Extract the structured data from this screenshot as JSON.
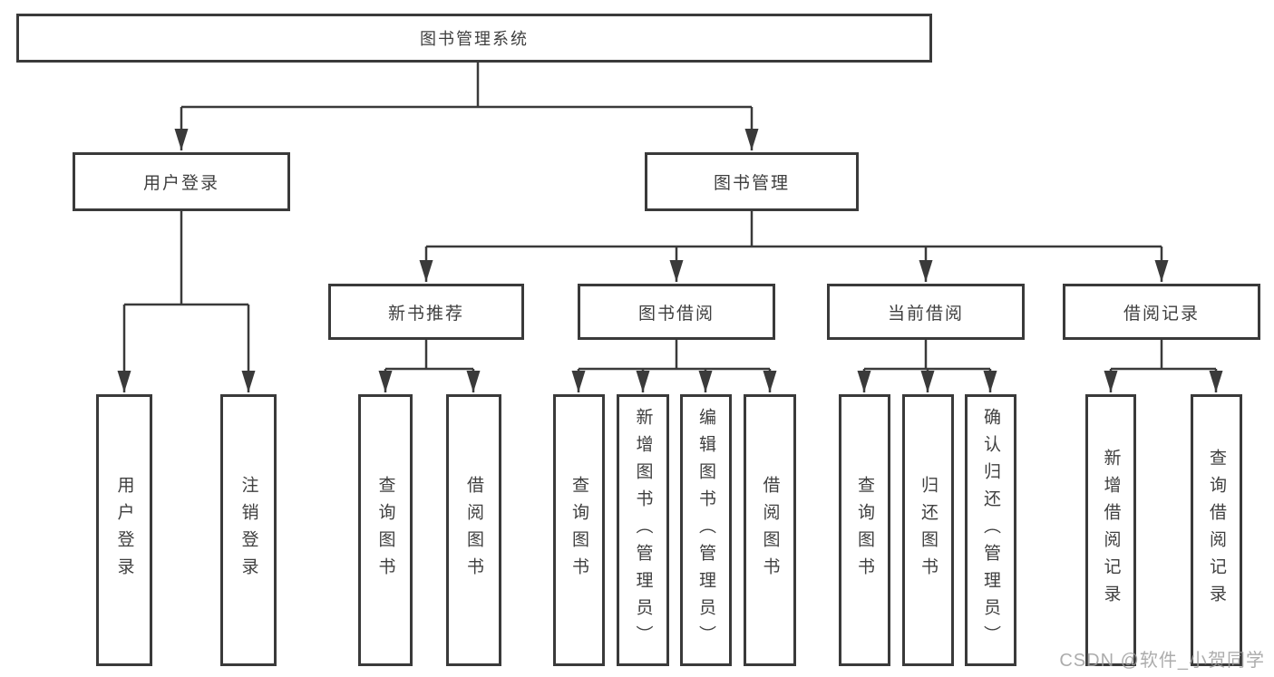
{
  "page": {
    "background": "#ffffff",
    "line_color": "#3a3a3a",
    "text_color": "#3f3f3f",
    "watermark_color": "#9e9e9e"
  },
  "watermark": "CSDN @软件_小贺同学",
  "tree": {
    "root": {
      "label": "图书管理系统"
    },
    "level2": [
      {
        "label": "用户登录"
      },
      {
        "label": "图书管理"
      }
    ],
    "level3": [
      {
        "label": "新书推荐",
        "parent": "图书管理"
      },
      {
        "label": "图书借阅",
        "parent": "图书管理"
      },
      {
        "label": "当前借阅",
        "parent": "图书管理"
      },
      {
        "label": "借阅记录",
        "parent": "图书管理"
      }
    ],
    "leaves": [
      {
        "label": "用户登录",
        "parent": "用户登录"
      },
      {
        "label": "注销登录",
        "parent": "用户登录"
      },
      {
        "label": "查询图书",
        "parent": "新书推荐"
      },
      {
        "label": "借阅图书",
        "parent": "新书推荐"
      },
      {
        "label": "查询图书",
        "parent": "图书借阅"
      },
      {
        "label": "新增图书（管理员）",
        "parent": "图书借阅"
      },
      {
        "label": "编辑图书（管理员）",
        "parent": "图书借阅"
      },
      {
        "label": "借阅图书",
        "parent": "图书借阅"
      },
      {
        "label": "查询图书",
        "parent": "当前借阅"
      },
      {
        "label": "归还图书",
        "parent": "当前借阅"
      },
      {
        "label": "确认归还（管理员）",
        "parent": "当前借阅"
      },
      {
        "label": "新增借阅记录",
        "parent": "借阅记录"
      },
      {
        "label": "查询借阅记录",
        "parent": "借阅记录"
      }
    ]
  }
}
